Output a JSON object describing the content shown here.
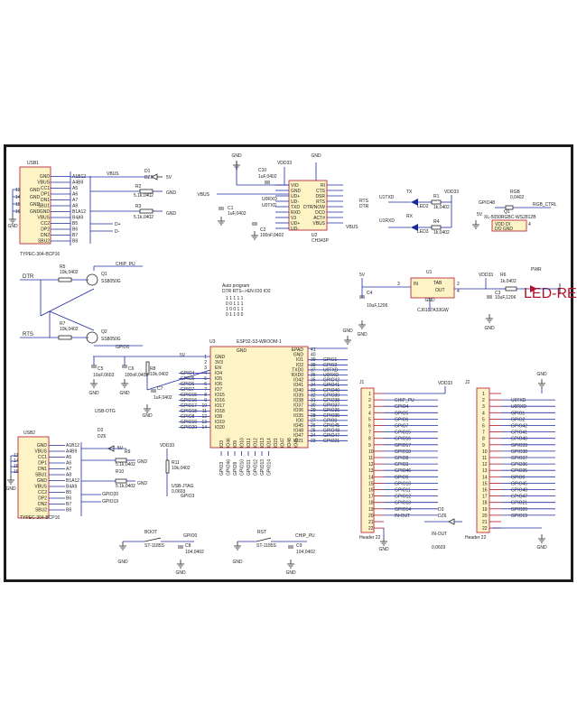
{
  "usb1": {
    "ref": "USB1",
    "part": "TYPEC-304-BCP16",
    "pins_left": [
      "GND",
      "GND",
      "GND",
      "GND"
    ],
    "pin_nums_left": [
      "13",
      "14",
      "15",
      "16"
    ],
    "pins_right": [
      "GND",
      "VBUS",
      "CC1",
      "DP1",
      "DN1",
      "SBU1",
      "GND",
      "VBUS",
      "CC2",
      "DP2",
      "DN2",
      "SBU2"
    ],
    "pin_nums": [
      "A1B12",
      "A4B9",
      "A5",
      "A6",
      "A7",
      "A8",
      "B1A12",
      "B4A9",
      "B5",
      "B6",
      "B7",
      "B8"
    ]
  },
  "vbus_label": "VBUS",
  "d1": {
    "ref": "D1",
    "val": "DZ6"
  },
  "r2": {
    "ref": "R2",
    "val": "5.1k,0402"
  },
  "r3": {
    "ref": "R3",
    "val": "5.1k,0402"
  },
  "net_5v": "5V",
  "gnd": "GND",
  "dplus": "D+",
  "dminus": "D-",
  "u2": {
    "ref": "U2",
    "part": "CH343P",
    "pins_left": [
      "VIO",
      "GND",
      "UD+",
      "UD-",
      "TXD",
      "RXD",
      "V3",
      "UD+",
      "UD-"
    ],
    "pins_right": [
      "RI",
      "CTS",
      "DSR",
      "RTS",
      "DTR/NOW",
      "DCD",
      "ACT#",
      "VBUS"
    ],
    "pin_nums_left": [
      "1",
      "2",
      "3",
      "4",
      "5",
      "6",
      "7",
      "8",
      "9"
    ],
    "pin_nums_right": [
      "16",
      "15",
      "14",
      "13",
      "12",
      "11",
      "10"
    ]
  },
  "c10": {
    "ref": "C10",
    "val": "1uF,0402"
  },
  "c1": {
    "ref": "C1",
    "val": "1uF,0402"
  },
  "c2": {
    "ref": "C2",
    "val": "100nF,0402"
  },
  "vdd33": "VDD33",
  "u2_nets": {
    "u0rxd": "U0RXD",
    "u0txd": "U0TXD",
    "rts": "RTS",
    "dtr": "DTR",
    "vbus": "VBUS"
  },
  "leds_tx": {
    "txd": "U1TXD",
    "rxd": "U1RXD",
    "tx": "TX",
    "rx": "RX",
    "led2": "LED2",
    "led3": "LED3",
    "r1": "R1",
    "r1v": "1k,0402",
    "r4": "R4",
    "r4v": "1k,0402"
  },
  "rgb": {
    "gpio": "GPIO48",
    "r": "RGB",
    "rv": "0,0402",
    "ctrl": "RGB_CTRL",
    "q": "Q1",
    "qv": "XL-5050RGBC-WS2812B",
    "v": "5V",
    "pins": "VDD  DI",
    "pins2": "DO  GND",
    "num": "4"
  },
  "dtr_rts": {
    "dtr": "DTR",
    "rts": "RTS",
    "r5": "R5",
    "r5v": "10k,0402",
    "r7": "R7",
    "r7v": "10k,0402",
    "q1": "Q1",
    "q1v": "SS8050G",
    "q2": "Q2",
    "q2v": "SS8050G",
    "chip_pu": "CHIP_PU",
    "gpio0": "GPIO0"
  },
  "auto": {
    "title": "Auto program",
    "head": "DTR RTS-->EN IO0 IO2",
    "rows": [
      "1  1  1  1  1",
      "0  0  1  1  1",
      "1  0  0  1  1",
      "0  1  1  0  0"
    ]
  },
  "u1": {
    "ref": "U1",
    "part": "CJ6107A33GW",
    "in": "IN",
    "gnd": "GND",
    "tab": "TAB",
    "out": "OUT",
    "p3": "3",
    "p2": "2",
    "p4": "4",
    "p1": "1"
  },
  "c4": {
    "ref": "C4",
    "val": "10uF,1206"
  },
  "c3": {
    "ref": "C3",
    "val": "10uF,1206"
  },
  "r6": {
    "ref": "R6",
    "val": "1k,0402"
  },
  "pwr": {
    "label": "PWR",
    "part": "LED-RED"
  },
  "u3": {
    "ref": "U3",
    "part": "ESP32-S3-WROOM-1",
    "left": [
      "GND",
      "3V3",
      "EN",
      "GPIO4",
      "GPIO5",
      "GPIO6",
      "GPIO7",
      "GPIO15",
      "GPIO16",
      "GPIO17",
      "GPIO18",
      "GPIO8",
      "GPIO19",
      "GPIO20"
    ],
    "left_int": [
      "GND",
      "3V3",
      "EN",
      "IO4",
      "IO5",
      "IO6",
      "IO7",
      "IO15",
      "IO16",
      "IO17",
      "IO18",
      "IO8",
      "IO19",
      "IO20"
    ],
    "left_nums": [
      "1",
      "2",
      "3",
      "4",
      "5",
      "6",
      "7",
      "8",
      "9",
      "10",
      "11",
      "12",
      "13",
      "14"
    ],
    "right": [
      "EPAD",
      "GND",
      "IO1",
      "IO2",
      "TXD0",
      "RXD0",
      "IO42",
      "IO41",
      "IO40",
      "IO39",
      "IO38",
      "IO37",
      "IO36",
      "IO35",
      "IO0",
      "IO45",
      "IO48",
      "IO47",
      "IO21"
    ],
    "right_ext": [
      "",
      "",
      "GPIO1",
      "GPIO2",
      "U0TXD",
      "U0RXD",
      "GPIO42",
      "GPIO41",
      "GPIO40",
      "GPIO39",
      "GPIO38",
      "GPIO37",
      "GPIO36",
      "GPIO35",
      "GPIO0",
      "GPIO45",
      "GPIO48",
      "GPIO47",
      "GPIO21"
    ],
    "right_nums": [
      "41",
      "40",
      "39",
      "38",
      "37",
      "36",
      "35",
      "34",
      "33",
      "32",
      "31",
      "30",
      "29",
      "28",
      "27",
      "26",
      "25",
      "24",
      "23"
    ],
    "bottom": [
      "IO3",
      "IO46",
      "IO9",
      "IO10",
      "IO11",
      "IO12",
      "IO13",
      "IO14",
      "IO21",
      "IO47",
      "IO48",
      "IO45"
    ],
    "bottom_ext": [
      "GPIO3",
      "GPIO46",
      "GPIO9",
      "GPIO10",
      "GPIO11",
      "GPIO12",
      "GPIO13",
      "GPIO14"
    ]
  },
  "c5": {
    "ref": "C5",
    "val": "10uF,0603"
  },
  "c6": {
    "ref": "C6",
    "val": "100nF,0402"
  },
  "c7": {
    "ref": "C7",
    "val": "1uF,0402"
  },
  "r8": {
    "ref": "R8",
    "val": "10k,0402"
  },
  "usb2": {
    "ref": "USB2",
    "part": "TYPEC-304-BCP16",
    "pins": [
      "GND",
      "VBUS",
      "CC1",
      "DP1",
      "DN1",
      "SBU1",
      "GND",
      "VBUS",
      "CC2",
      "DP2",
      "DN2",
      "SBU2"
    ],
    "nums": [
      "A1B12",
      "A4B9",
      "A5",
      "A6",
      "A7",
      "A8",
      "B1A12",
      "B4A9",
      "B5",
      "B6",
      "B7",
      "B8"
    ],
    "left_nums": [
      "13",
      "14",
      "15",
      "16"
    ]
  },
  "usb_otg": "USB-OTG",
  "d2": {
    "ref": "D2",
    "val": "DZ6"
  },
  "r9": {
    "ref": "R9",
    "val": "5.1k,0402"
  },
  "r10": {
    "ref": "R10",
    "val": "5.1k,0402"
  },
  "r11": {
    "ref": "R11",
    "val": "10k,0402"
  },
  "gpio19": "GPIO19",
  "gpio20": "GPIO20",
  "usb_jtag": "USB-JTAG",
  "gpio3": "GPIO3",
  "r11b": "0,0603",
  "boot": {
    "label": "BOOT",
    "sw": "ST-1185S",
    "net": "GPIO0",
    "c": "C8",
    "cv": "104,0402"
  },
  "rst": {
    "label": "RST",
    "sw": "ST-1185S",
    "net": "CHIP_PU",
    "c": "C9",
    "cv": "104,0402"
  },
  "j1": {
    "ref": "J1",
    "part": "Header 22",
    "nets": [
      "",
      "CHIP_PU",
      "GPIO4",
      "GPIO5",
      "GPIO6",
      "GPIO7",
      "GPIO15",
      "GPIO16",
      "GPIO17",
      "GPIO18",
      "GPIO8",
      "GPIO3",
      "GPIO46",
      "GPIO9",
      "GPIO10",
      "GPIO11",
      "GPIO12",
      "GPIO13",
      "GPIO14",
      "IN-OUT",
      "",
      ""
    ],
    "nums": [
      "1",
      "2",
      "3",
      "4",
      "5",
      "6",
      "7",
      "8",
      "9",
      "10",
      "11",
      "12",
      "13",
      "14",
      "15",
      "16",
      "17",
      "18",
      "19",
      "20",
      "21",
      "22"
    ]
  },
  "d3": {
    "ref": "D3",
    "val": "DZ6"
  },
  "in_out": {
    "label": "IN-OUT",
    "val": "0,0603"
  },
  "j2": {
    "ref": "J2",
    "part": "Header 22",
    "nets": [
      "",
      "U0TXD",
      "U0RXD",
      "GPIO1",
      "GPIO2",
      "GPIO42",
      "GPIO41",
      "GPIO40",
      "GPIO39",
      "GPIO38",
      "GPIO37",
      "GPIO36",
      "GPIO35",
      "GPIO0",
      "GPIO45",
      "GPIO48",
      "GPIO47",
      "GPIO21",
      "GPIO20",
      "GPIO19",
      "",
      ""
    ],
    "nums": [
      "1",
      "2",
      "3",
      "4",
      "5",
      "6",
      "7",
      "8",
      "9",
      "10",
      "11",
      "12",
      "13",
      "14",
      "15",
      "16",
      "17",
      "18",
      "19",
      "20",
      "21",
      "22"
    ]
  }
}
